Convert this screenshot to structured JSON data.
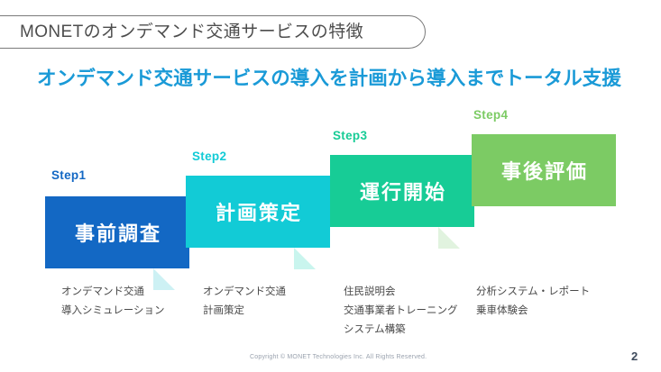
{
  "header": {
    "title": "MONETのオンデマンド交通サービスの特徴"
  },
  "subtitle": {
    "text": "オンデマンド交通サービスの導入を計画から導入までトータル支援",
    "color": "#1a9ad7"
  },
  "steps": [
    {
      "label": "Step1",
      "title": "事前調査",
      "color": "#1368c4",
      "shadow_color": "#cdf1f4"
    },
    {
      "label": "Step2",
      "title": "計画策定",
      "color": "#12cbd6",
      "shadow_color": "#c9f5ee"
    },
    {
      "label": "Step3",
      "title": "運行開始",
      "color": "#17cc96",
      "shadow_color": "#e1f3df"
    },
    {
      "label": "Step4",
      "title": "事後評価",
      "color": "#7ccb64",
      "shadow_color": ""
    }
  ],
  "captions": [
    {
      "lines": [
        "オンデマンド交通",
        "導入シミュレーション"
      ]
    },
    {
      "lines": [
        "オンデマンド交通",
        "計画策定"
      ]
    },
    {
      "lines": [
        "住民説明会",
        "交通事業者トレーニング",
        "システム構築"
      ]
    },
    {
      "lines": [
        "分析システム・レポート",
        "乗車体験会"
      ]
    }
  ],
  "footer": {
    "copyright": "Copyright © MONET Technologies Inc. All Rights Reserved.",
    "page_number": "2"
  }
}
